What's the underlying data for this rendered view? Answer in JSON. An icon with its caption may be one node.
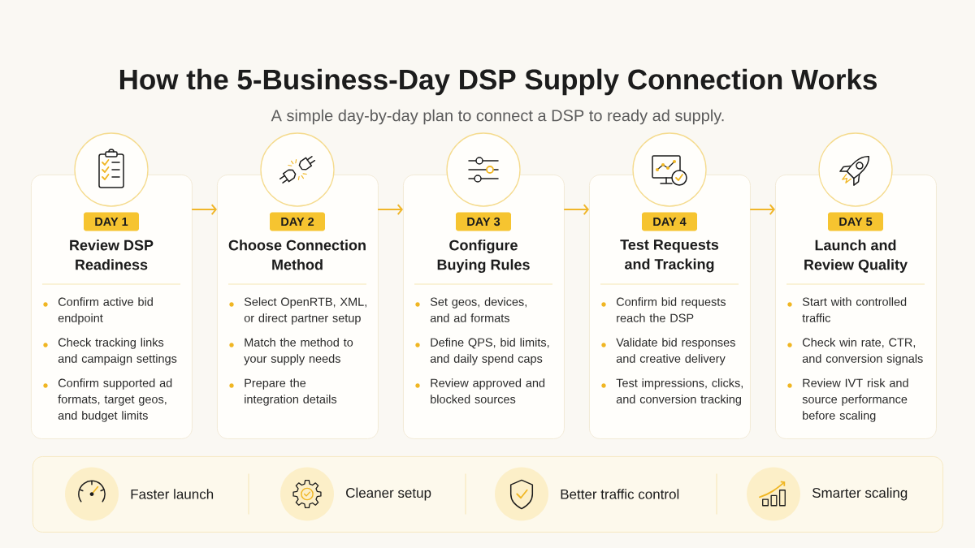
{
  "diagram": {
    "title": "How the 5-Business-Day DSP Supply Connection Works",
    "nodes": [
      {
        "text": [
          "Review DSP Readiness",
          "Confirm active bid endpoint",
          "Check tracking links and campaign settings",
          "Confirm supported ad formats, target geos, and budget limits"
        ]
      },
      {
        "text": [
          "DAY 1"
        ],
        "in": 0
      },
      {
        "text": [
          "Choose Connection Method",
          "Select OpenRTB, XML, or direct partner setup",
          "Match the method to your supply needs",
          "Prepare the integration details"
        ]
      },
      {
        "text": [
          "DAY 2"
        ],
        "in": 2
      },
      {
        "text": [
          "Configure Buying Rules",
          "Set geos, devices, and ad formats",
          "Define QPS, bid limits, and daily spend caps",
          "Review approved and blocked sources"
        ]
      },
      {
        "text": [
          "DAY 3"
        ],
        "in": 4
      },
      {
        "text": [
          "Test Requests and Tracking",
          "Confirm bid requests reach the DSP",
          "Validate bid responses and creative delivery",
          "Test impressions, clicks, and conversion tracking"
        ]
      },
      {
        "text": [
          "DAY 4"
        ],
        "in": 6
      },
      {
        "text": [
          "Launch and Review Quality",
          "Start with controlled traffic",
          "Check win rate, CTR, and conversion signals",
          "Review IVT risk and source performance before scaling"
        ]
      },
      {
        "text": [
          "DAY 5"
        ],
        "in": 8
      },
      {
        "text": [
          "Faster launch",
          "Cleaner setup",
          "Better traffic control",
          "Smarter scaling"
        ]
      }
    ],
    "edges": [
      {
        "from": 0,
        "to": 2,
        "arrow": "to"
      },
      {
        "from": 2,
        "to": 4,
        "arrow": "to"
      },
      {
        "from": 4,
        "to": 6,
        "arrow": "to"
      },
      {
        "from": 6,
        "to": 8,
        "arrow": "to"
      }
    ],
    "labels": [
      "A simple day-by-day plan to connect a DSP to ready ad supply."
    ]
  }
}
